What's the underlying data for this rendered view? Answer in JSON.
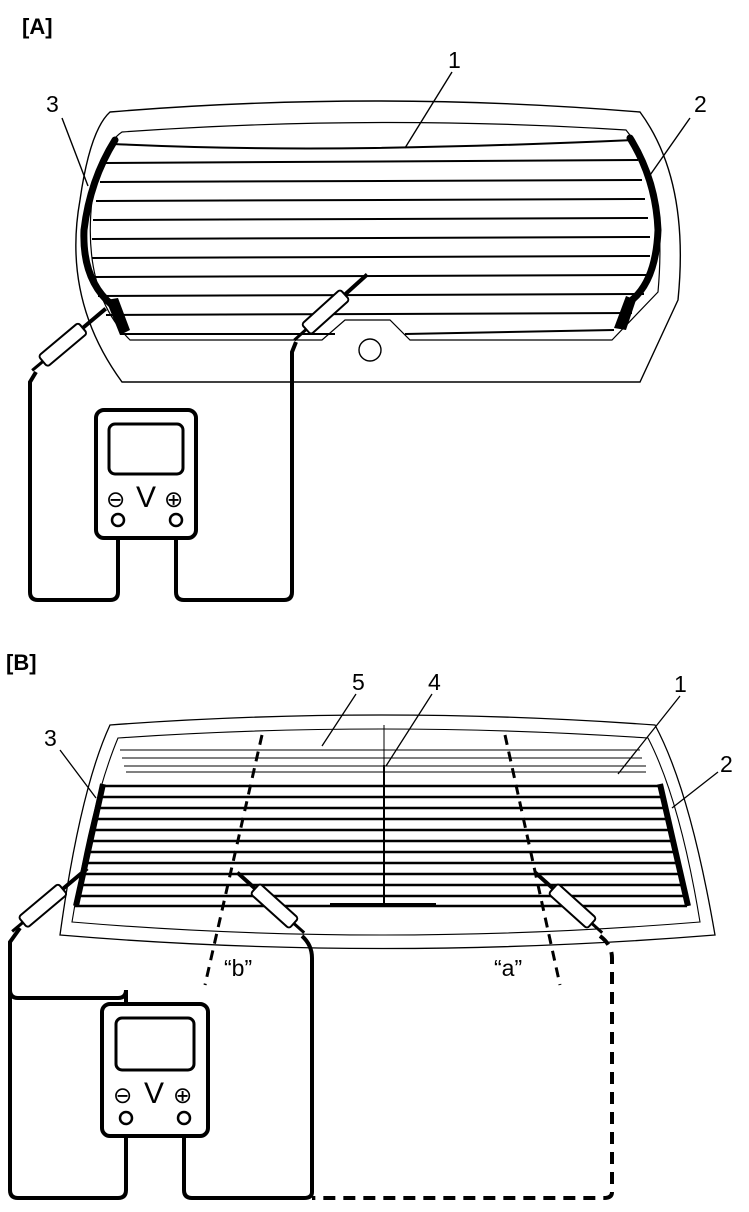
{
  "panels": {
    "a": {
      "title": "[A]",
      "callouts": [
        "1",
        "2",
        "3"
      ],
      "meter": {
        "symbol": "V",
        "minus": "⊖",
        "plus": "⊕"
      }
    },
    "b": {
      "title": "[B]",
      "callouts": [
        "5",
        "4",
        "1",
        "3",
        "2"
      ],
      "probe_positions": [
        "“b”",
        "“a”"
      ],
      "meter": {
        "symbol": "V",
        "minus": "⊖",
        "plus": "⊕"
      }
    }
  },
  "colors": {
    "line": "#000000",
    "background": "#ffffff"
  }
}
